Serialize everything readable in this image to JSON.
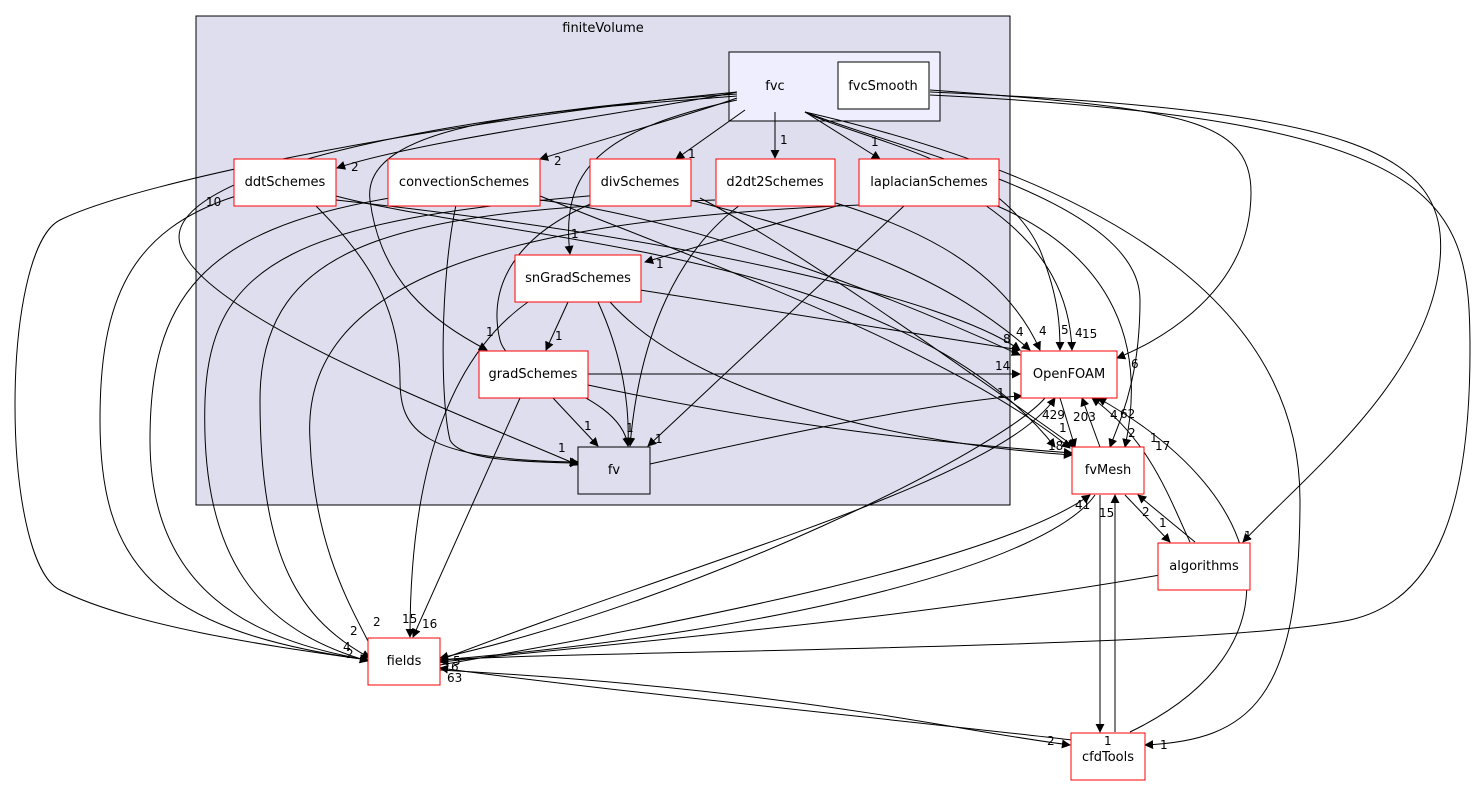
{
  "colors": {
    "cluster_fill": "#dedeee",
    "focus_fill": "#eeeeff",
    "node_border_red": "#ff0000",
    "node_border_black": "#000000",
    "edge": "#000000"
  },
  "cluster": {
    "title": "finiteVolume"
  },
  "nodes": {
    "fvc": "fvc",
    "fvcSmooth": "fvcSmooth",
    "ddtSchemes": "ddtSchemes",
    "convectionSchemes": "convectionSchemes",
    "divSchemes": "divSchemes",
    "d2dt2Schemes": "d2dt2Schemes",
    "laplacianSchemes": "laplacianSchemes",
    "snGradSchemes": "snGradSchemes",
    "gradSchemes": "gradSchemes",
    "fv": "fv",
    "OpenFOAM": "OpenFOAM",
    "fvMesh": "fvMesh",
    "algorithms": "algorithms",
    "fields": "fields",
    "cfdTools": "cfdTools"
  },
  "edge_labels": [
    "2",
    "2",
    "1",
    "1",
    "1",
    "1",
    "1",
    "1",
    "10",
    "2",
    "1",
    "1",
    "1",
    "1",
    "1",
    "8",
    "4",
    "4",
    "5",
    "4",
    "15",
    "14",
    "6",
    "1",
    "429",
    "203",
    "4",
    "62",
    "18",
    "1",
    "2",
    "17",
    "1",
    "41",
    "15",
    "2",
    "1",
    "1",
    "2",
    "4",
    "2",
    "15",
    "16",
    "5",
    "6",
    "63",
    "2",
    "1",
    "1"
  ]
}
